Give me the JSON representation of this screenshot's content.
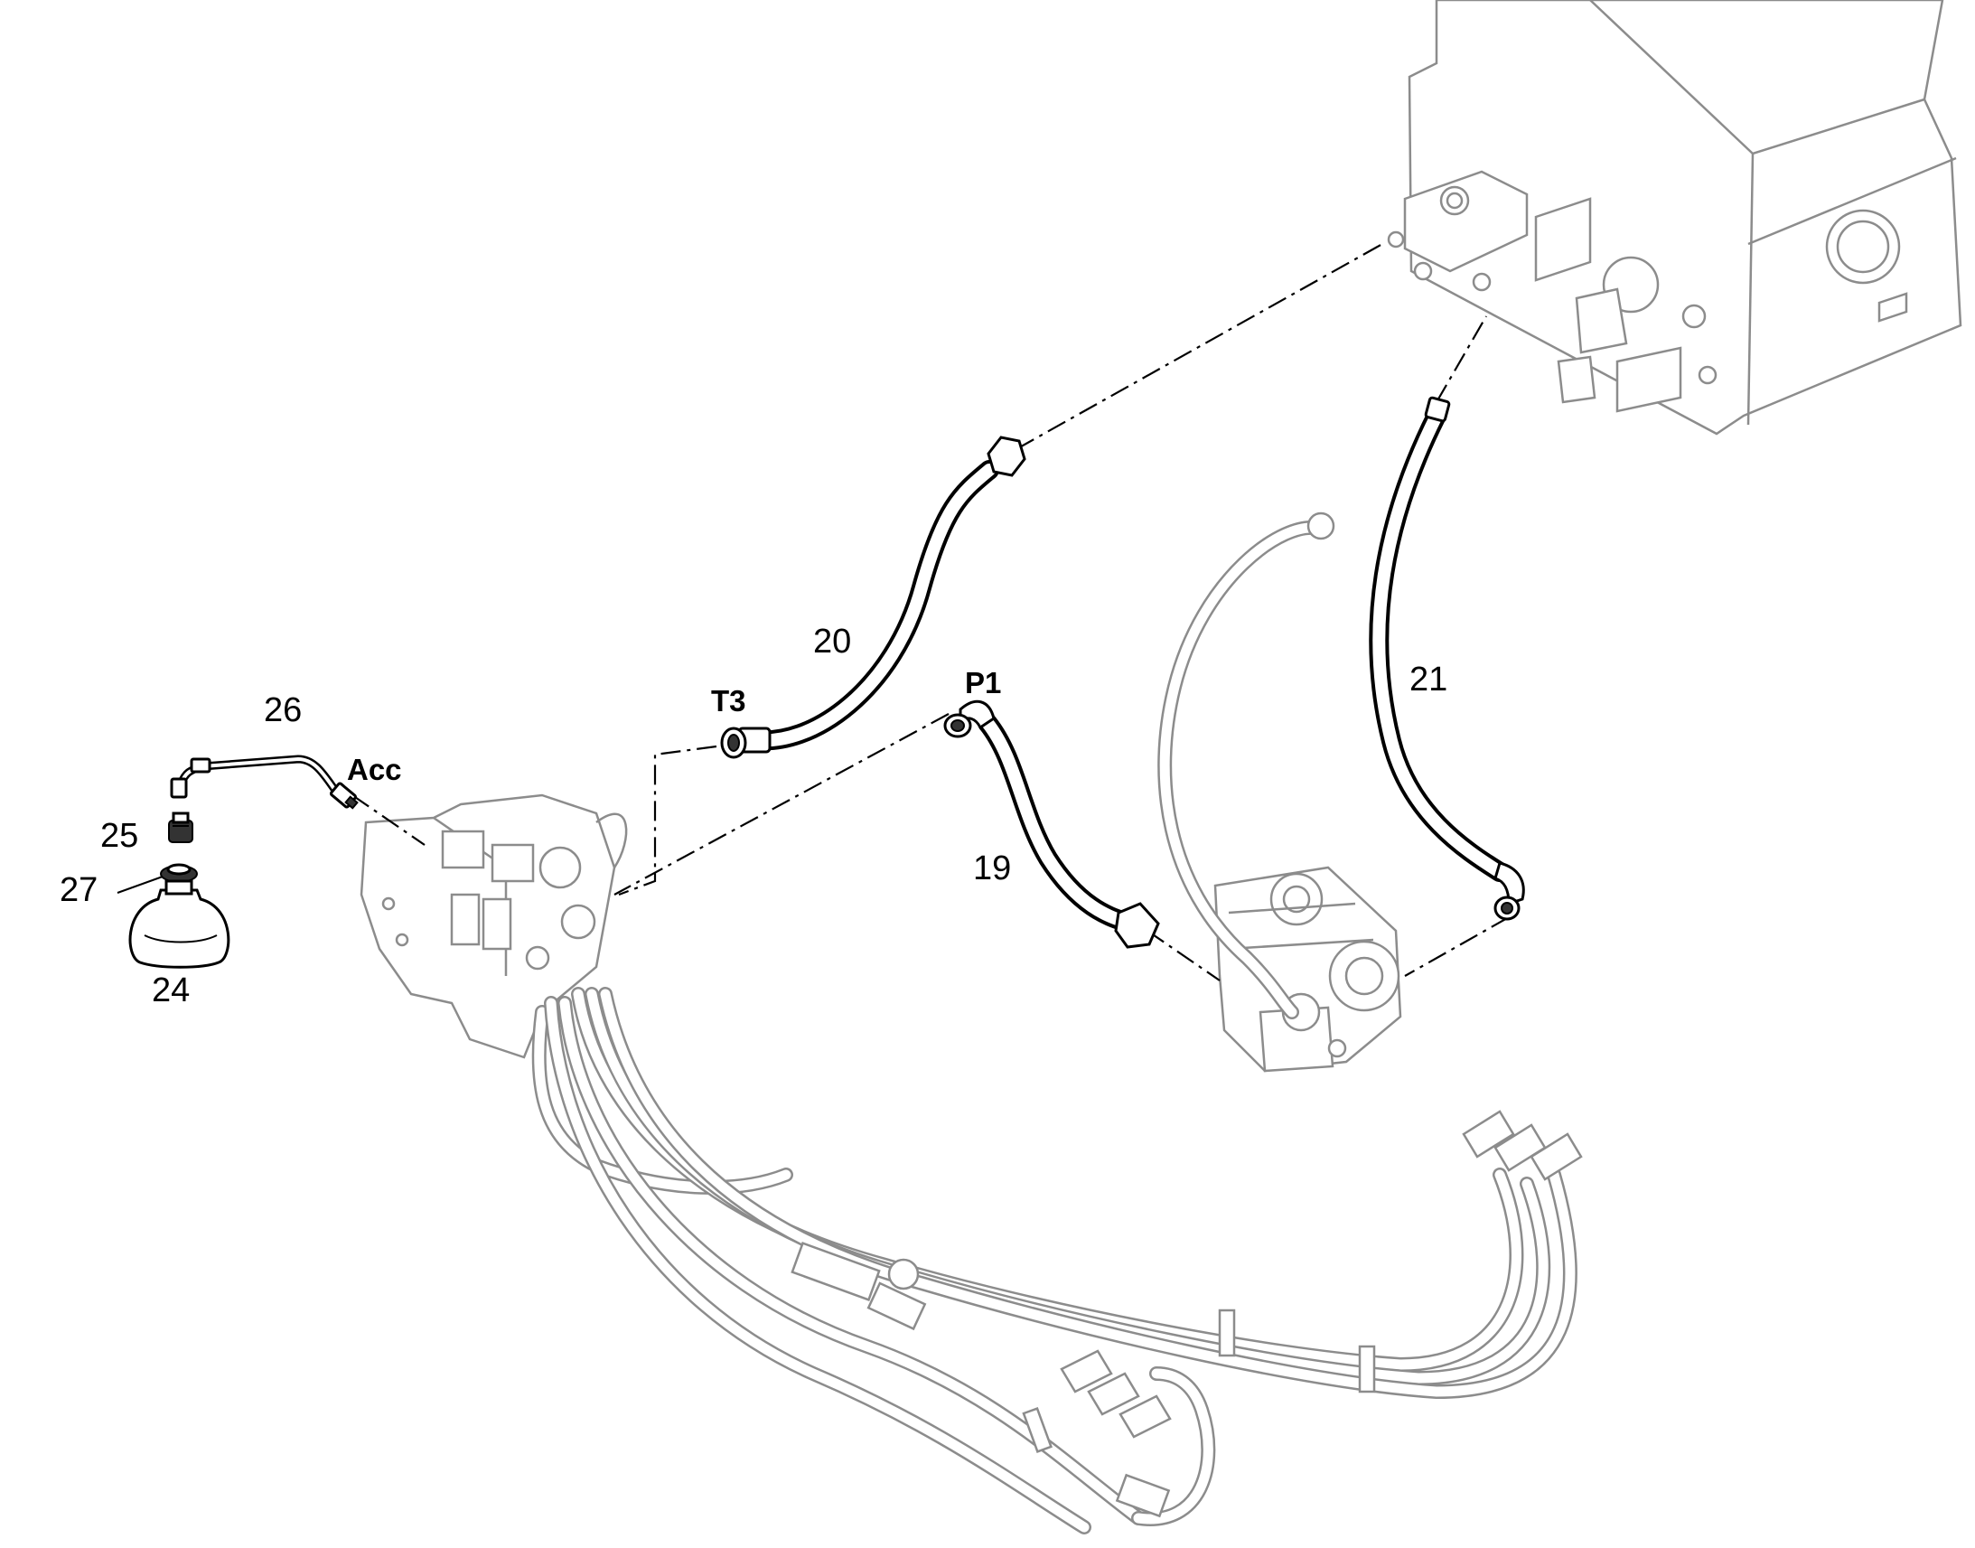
{
  "diagram": {
    "callouts": {
      "item_19": "19",
      "item_20": "20",
      "item_21": "21",
      "item_24": "24",
      "item_25": "25",
      "item_26": "26",
      "item_27": "27"
    },
    "ports": {
      "t3": "T3",
      "p1": "P1",
      "acc": "Acc"
    }
  }
}
